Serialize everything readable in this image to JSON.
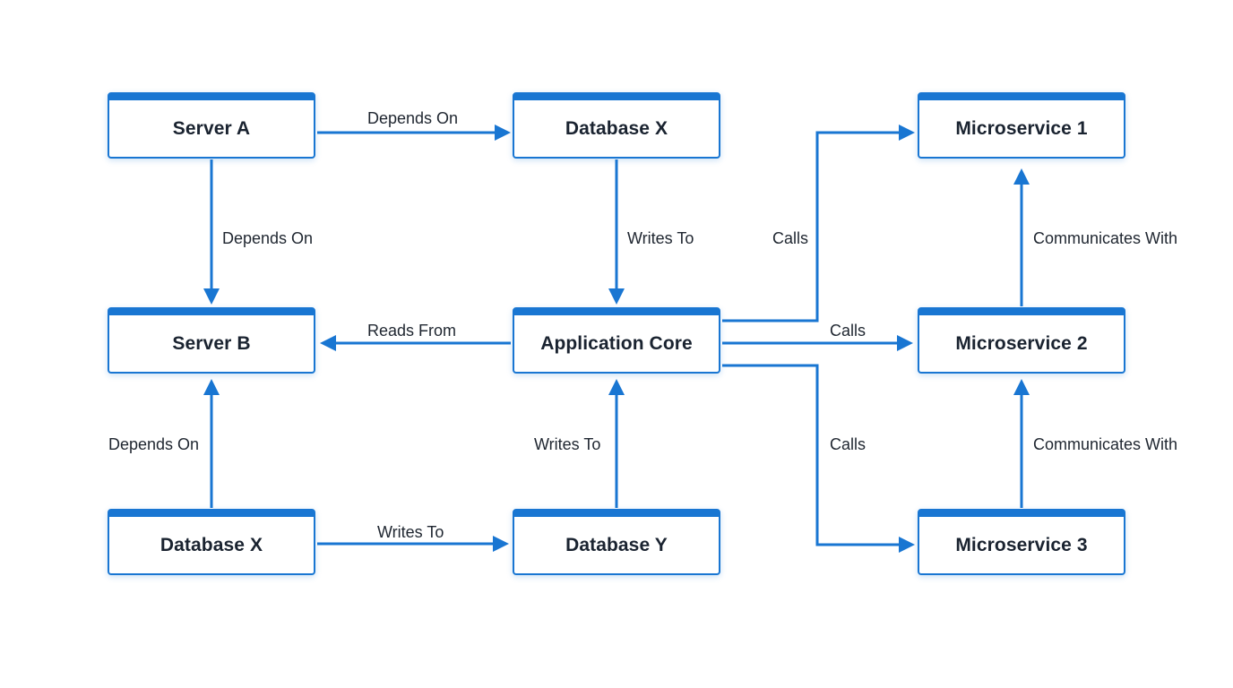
{
  "colors": {
    "accent": "#1976d2",
    "node_text": "#1a2330",
    "label_text": "#1f2630",
    "background": "#ffffff"
  },
  "nodes": {
    "server_a": "Server A",
    "database_x_top": "Database X",
    "microservice_1": "Microservice 1",
    "server_b": "Server B",
    "application_core": "Application Core",
    "microservice_2": "Microservice 2",
    "database_x_bottom": "Database X",
    "database_y": "Database Y",
    "microservice_3": "Microservice 3"
  },
  "edges": [
    {
      "from": "Server A",
      "to": "Database X",
      "label": "Depends On"
    },
    {
      "from": "Server A",
      "to": "Server B",
      "label": "Depends On"
    },
    {
      "from": "Database X",
      "to": "Application Core",
      "label": "Writes To"
    },
    {
      "from": "Application Core",
      "to": "Microservice 1",
      "label": "Calls"
    },
    {
      "from": "Microservice 2",
      "to": "Microservice 1",
      "label": "Communicates With"
    },
    {
      "from": "Application Core",
      "to": "Server B",
      "label": "Reads From"
    },
    {
      "from": "Application Core",
      "to": "Microservice 2",
      "label": "Calls"
    },
    {
      "from": "Database X",
      "to": "Server B",
      "label": "Depends On"
    },
    {
      "from": "Database Y",
      "to": "Application Core",
      "label": "Writes To"
    },
    {
      "from": "Application Core",
      "to": "Microservice 3",
      "label": "Calls"
    },
    {
      "from": "Microservice 3",
      "to": "Microservice 2",
      "label": "Communicates With"
    },
    {
      "from": "Database X",
      "to": "Database Y",
      "label": "Writes To"
    }
  ]
}
